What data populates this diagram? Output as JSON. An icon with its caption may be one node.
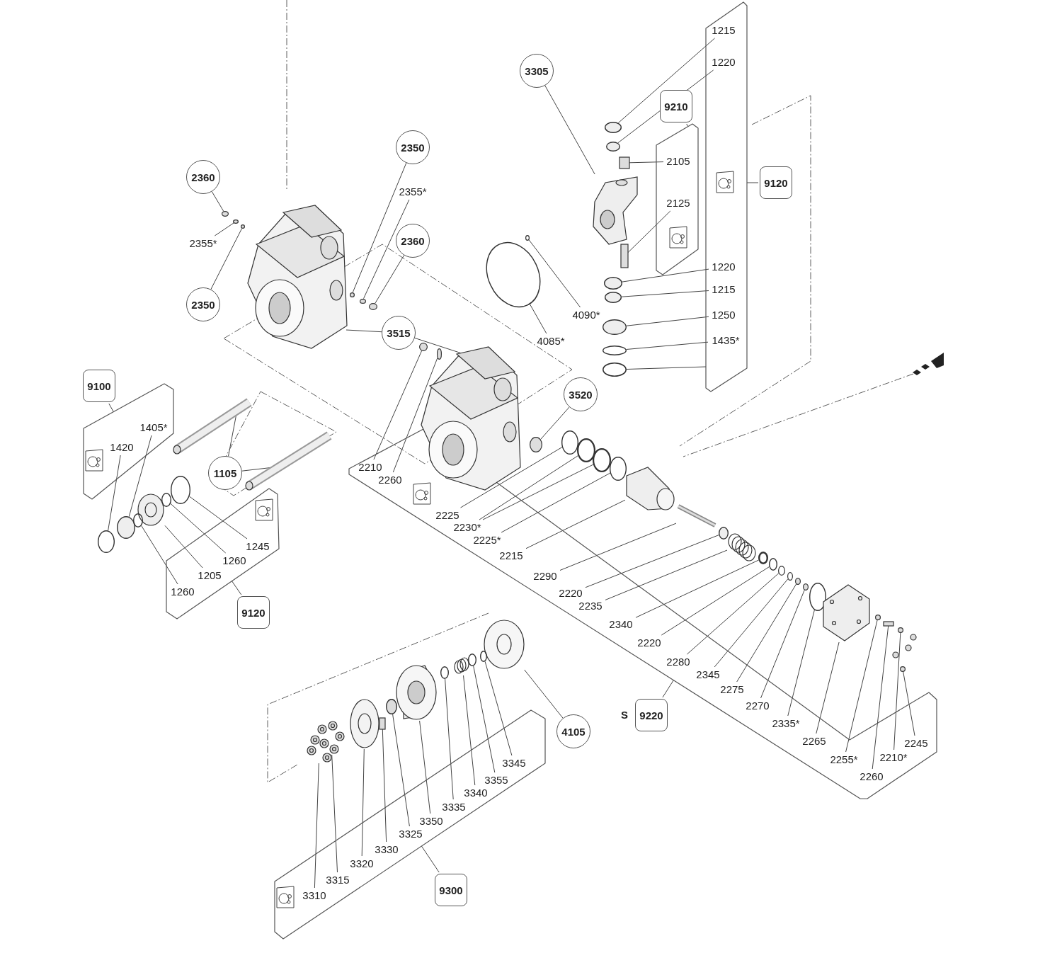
{
  "diagram": {
    "nodes": [
      {
        "text": [
          "3305"
        ]
      },
      {
        "text": [],
        "shape": "box"
      },
      {
        "text": [
          "1215"
        ],
        "in": 1
      },
      {
        "text": [
          "1220"
        ],
        "in": 1
      },
      {
        "text": [
          "1220"
        ],
        "in": 1
      },
      {
        "text": [
          "1215"
        ],
        "in": 1
      },
      {
        "text": [
          "1250"
        ],
        "in": 1
      },
      {
        "text": [
          "1435*"
        ],
        "in": 1
      },
      {
        "text": [
          "9210"
        ]
      },
      {
        "text": [],
        "shape": "box"
      },
      {
        "text": [
          "2105"
        ],
        "in": 9
      },
      {
        "text": [
          "2125"
        ],
        "in": 9
      },
      {
        "text": [
          "9120"
        ]
      },
      {
        "text": [
          "2350"
        ]
      },
      {
        "text": [
          "2360"
        ]
      },
      {
        "text": [
          "2355*"
        ]
      },
      {
        "text": [
          "2355*"
        ]
      },
      {
        "text": [
          "2360"
        ]
      },
      {
        "text": [
          "2350"
        ]
      },
      {
        "text": [
          "4090*"
        ]
      },
      {
        "text": [
          "3515"
        ]
      },
      {
        "text": [
          "4085*"
        ]
      },
      {
        "text": [
          "9100"
        ]
      },
      {
        "text": [],
        "shape": "box"
      },
      {
        "text": [
          "1405*"
        ],
        "in": 23
      },
      {
        "text": [
          "1420"
        ],
        "in": 23
      },
      {
        "text": [
          "3520"
        ]
      },
      {
        "text": [
          "1105"
        ]
      },
      {
        "text": [],
        "shape": "box"
      },
      {
        "text": [
          "2210"
        ],
        "in": 28
      },
      {
        "text": [
          "2260"
        ],
        "in": 28
      },
      {
        "text": [
          "2225"
        ],
        "in": 28
      },
      {
        "text": [
          "2230*"
        ],
        "in": 28
      },
      {
        "text": [
          "2225*"
        ],
        "in": 28
      },
      {
        "text": [
          "2215"
        ],
        "in": 28
      },
      {
        "text": [
          "2290"
        ],
        "in": 28
      },
      {
        "text": [
          "2220"
        ],
        "in": 28
      },
      {
        "text": [
          "2235"
        ],
        "in": 28
      },
      {
        "text": [
          "2340"
        ],
        "in": 28
      },
      {
        "text": [
          "2220"
        ],
        "in": 28
      },
      {
        "text": [
          "2280"
        ],
        "in": 28
      },
      {
        "text": [
          "2345"
        ],
        "in": 28
      },
      {
        "text": [
          "2275"
        ],
        "in": 28
      },
      {
        "text": [
          "2270"
        ],
        "in": 28
      },
      {
        "text": [
          "2335*"
        ],
        "in": 28
      },
      {
        "text": [
          "2265"
        ],
        "in": 28
      },
      {
        "text": [
          "2255*"
        ],
        "in": 28
      },
      {
        "text": [
          "2260"
        ],
        "in": 28
      },
      {
        "text": [
          "2210*"
        ],
        "in": 28
      },
      {
        "text": [
          "2245"
        ],
        "in": 28
      },
      {
        "text": [],
        "shape": "box"
      },
      {
        "text": [
          "1245"
        ],
        "in": 50
      },
      {
        "text": [
          "1260"
        ],
        "in": 50
      },
      {
        "text": [
          "1205"
        ],
        "in": 50
      },
      {
        "text": [
          "1260"
        ],
        "in": 50
      },
      {
        "text": [
          "9120"
        ]
      },
      {
        "text": [
          "9220"
        ],
        "beside": [
          "S"
        ]
      },
      {
        "text": [
          "4105"
        ]
      },
      {
        "text": [],
        "shape": "box"
      },
      {
        "text": [
          "3345"
        ],
        "in": 58
      },
      {
        "text": [
          "3355"
        ],
        "in": 58
      },
      {
        "text": [
          "3340"
        ],
        "in": 58
      },
      {
        "text": [
          "3335"
        ],
        "in": 58
      },
      {
        "text": [
          "3350"
        ],
        "in": 58
      },
      {
        "text": [
          "3325"
        ],
        "in": 58
      },
      {
        "text": [
          "3330"
        ],
        "in": 58
      },
      {
        "text": [
          "3320"
        ],
        "in": 58
      },
      {
        "text": [
          "3315"
        ],
        "in": 58
      },
      {
        "text": [
          "3310"
        ],
        "in": 58
      },
      {
        "text": [
          "9300"
        ]
      },
      {
        "text": [],
        "shape": "circle"
      },
      {
        "text": [],
        "shape": "circle"
      },
      {
        "text": [],
        "shape": "circle"
      },
      {
        "text": [],
        "shape": "circle"
      },
      {
        "text": [],
        "shape": "circle"
      },
      {
        "text": [],
        "shape": "circle"
      },
      {
        "text": [],
        "shape": "circle"
      },
      {
        "text": [],
        "shape": "picture"
      },
      {
        "text": [],
        "shape": "circle"
      },
      {
        "text": [],
        "shape": "circle"
      },
      {
        "text": [],
        "shape": "circle"
      },
      {
        "text": [],
        "shape": "circle"
      },
      {
        "text": [],
        "shape": "circle"
      },
      {
        "text": [],
        "shape": "box"
      },
      {
        "text": [],
        "shape": "box"
      },
      {
        "text": [],
        "shape": "circle"
      },
      {
        "text": [],
        "shape": "circle"
      },
      {
        "text": [],
        "shape": "circle"
      },
      {
        "text": [],
        "shape": "circle"
      },
      {
        "text": [],
        "shape": "picture"
      },
      {
        "text": [],
        "shape": "picture"
      },
      {
        "text": [],
        "shape": "circle"
      },
      {
        "text": [],
        "shape": "circle"
      },
      {
        "text": [],
        "shape": "circle"
      },
      {
        "text": [],
        "shape": "circle"
      },
      {
        "text": [],
        "shape": "picture"
      },
      {
        "text": [],
        "shape": "picture"
      },
      {
        "text": [],
        "shape": "circle"
      },
      {
        "text": [],
        "shape": "circle"
      },
      {
        "text": [],
        "shape": "circle"
      },
      {
        "text": [],
        "shape": "circle"
      },
      {
        "text": [],
        "shape": "picture"
      },
      {
        "text": [],
        "shape": "picture"
      },
      {
        "text": [],
        "shape": "circle"
      },
      {
        "text": [],
        "shape": "picture"
      },
      {
        "text": [],
        "shape": "circle"
      },
      {
        "text": [],
        "shape": "circle"
      },
      {
        "text": [],
        "shape": "circle"
      },
      {
        "text": [],
        "shape": "circle"
      },
      {
        "text": [],
        "shape": "circle"
      },
      {
        "text": [],
        "shape": "circle"
      },
      {
        "text": [],
        "shape": "circle"
      },
      {
        "text": [],
        "shape": "picture"
      },
      {
        "text": [],
        "shape": "circle"
      },
      {
        "text": [],
        "shape": "box"
      },
      {
        "text": [],
        "shape": "circle"
      },
      {
        "text": [],
        "shape": "circle"
      },
      {
        "text": [],
        "shape": "circle"
      },
      {
        "text": [],
        "shape": "circle"
      },
      {
        "text": [],
        "shape": "picture"
      },
      {
        "text": [],
        "shape": "circle"
      },
      {
        "text": [],
        "shape": "picture"
      },
      {
        "text": [],
        "shape": "circle"
      },
      {
        "text": [],
        "shape": "circle"
      },
      {
        "text": [],
        "shape": "picture"
      },
      {
        "text": [],
        "shape": "circle"
      },
      {
        "text": [],
        "shape": "picture"
      },
      {
        "text": [],
        "shape": "circle"
      },
      {
        "text": [],
        "shape": "box"
      },
      {
        "text": [],
        "shape": "picture"
      },
      {
        "text": [],
        "shape": "picture"
      },
      {
        "text": [],
        "shape": "picture"
      }
    ],
    "edges": [
      {
        "from": 0,
        "to": 77,
        "arrow": "none"
      },
      {
        "from": 2,
        "to": 78,
        "arrow": "none"
      },
      {
        "from": 3,
        "to": 79,
        "arrow": "none"
      },
      {
        "from": 4,
        "to": 70,
        "arrow": "none"
      },
      {
        "from": 5,
        "to": 80,
        "arrow": "none"
      },
      {
        "from": 6,
        "to": 81,
        "arrow": "none"
      },
      {
        "from": 7,
        "to": 82,
        "arrow": "none"
      },
      {
        "from": 1,
        "to": 71,
        "arrow": "none"
      },
      {
        "from": 8,
        "to": 9,
        "arrow": "none"
      },
      {
        "from": 10,
        "to": 83,
        "arrow": "none"
      },
      {
        "from": 11,
        "to": 84,
        "arrow": "none"
      },
      {
        "from": 12,
        "to": 1,
        "arrow": "none"
      },
      {
        "from": 13,
        "to": 76,
        "arrow": "none"
      },
      {
        "from": 14,
        "to": 85,
        "arrow": "none"
      },
      {
        "from": 15,
        "to": 74,
        "arrow": "none"
      },
      {
        "from": 16,
        "to": 86,
        "arrow": "none"
      },
      {
        "from": 17,
        "to": 72,
        "arrow": "none"
      },
      {
        "from": 18,
        "to": 87,
        "arrow": "none"
      },
      {
        "from": 19,
        "to": 88,
        "arrow": "none"
      },
      {
        "from": 20,
        "to": 89,
        "arrow": "none"
      },
      {
        "from": 20,
        "to": 90,
        "arrow": "none"
      },
      {
        "from": 21,
        "to": 91,
        "arrow": "none"
      },
      {
        "from": 22,
        "to": 23,
        "arrow": "none"
      },
      {
        "from": 24,
        "to": 92,
        "arrow": "none"
      },
      {
        "from": 25,
        "to": 93,
        "arrow": "none"
      },
      {
        "from": 26,
        "to": 94,
        "arrow": "none"
      },
      {
        "from": 27,
        "to": 95,
        "arrow": "none"
      },
      {
        "from": 27,
        "to": 96,
        "arrow": "none"
      },
      {
        "from": 29,
        "to": 73,
        "arrow": "none"
      },
      {
        "from": 30,
        "to": 75,
        "arrow": "none"
      },
      {
        "from": 31,
        "to": 97,
        "arrow": "none"
      },
      {
        "from": 32,
        "to": 98,
        "arrow": "none"
      },
      {
        "from": 32,
        "to": 99,
        "arrow": "none"
      },
      {
        "from": 33,
        "to": 100,
        "arrow": "none"
      },
      {
        "from": 34,
        "to": 101,
        "arrow": "none"
      },
      {
        "from": 35,
        "to": 102,
        "arrow": "none"
      },
      {
        "from": 36,
        "to": 103,
        "arrow": "none"
      },
      {
        "from": 37,
        "to": 104,
        "arrow": "none"
      },
      {
        "from": 38,
        "to": 105,
        "arrow": "none"
      },
      {
        "from": 39,
        "to": 106,
        "arrow": "none"
      },
      {
        "from": 40,
        "to": 107,
        "arrow": "none"
      },
      {
        "from": 41,
        "to": 108,
        "arrow": "none"
      },
      {
        "from": 42,
        "to": 109,
        "arrow": "none"
      },
      {
        "from": 43,
        "to": 110,
        "arrow": "none"
      },
      {
        "from": 44,
        "to": 111,
        "arrow": "none"
      },
      {
        "from": 45,
        "to": 112,
        "arrow": "none"
      },
      {
        "from": 46,
        "to": 113,
        "arrow": "none"
      },
      {
        "from": 47,
        "to": 114,
        "arrow": "none"
      },
      {
        "from": 48,
        "to": 115,
        "arrow": "none"
      },
      {
        "from": 49,
        "to": 116,
        "arrow": "none"
      },
      {
        "from": 51,
        "to": 117,
        "arrow": "none"
      },
      {
        "from": 52,
        "to": 118,
        "arrow": "none"
      },
      {
        "from": 53,
        "to": 119,
        "arrow": "none"
      },
      {
        "from": 54,
        "to": 120,
        "arrow": "none"
      },
      {
        "from": 55,
        "to": 50,
        "arrow": "none"
      },
      {
        "from": 56,
        "to": 28,
        "arrow": "none"
      },
      {
        "from": 57,
        "to": 121,
        "arrow": "none"
      },
      {
        "from": 59,
        "to": 122,
        "arrow": "none"
      },
      {
        "from": 60,
        "to": 123,
        "arrow": "none"
      },
      {
        "from": 61,
        "to": 124,
        "arrow": "none"
      },
      {
        "from": 62,
        "to": 125,
        "arrow": "none"
      },
      {
        "from": 63,
        "to": 126,
        "arrow": "none"
      },
      {
        "from": 64,
        "to": 127,
        "arrow": "none"
      },
      {
        "from": 65,
        "to": 128,
        "arrow": "none"
      },
      {
        "from": 66,
        "to": 129,
        "arrow": "none"
      },
      {
        "from": 67,
        "to": 130,
        "arrow": "none"
      },
      {
        "from": 68,
        "to": 131,
        "arrow": "none"
      },
      {
        "from": 69,
        "to": 58,
        "arrow": "none"
      }
    ]
  }
}
